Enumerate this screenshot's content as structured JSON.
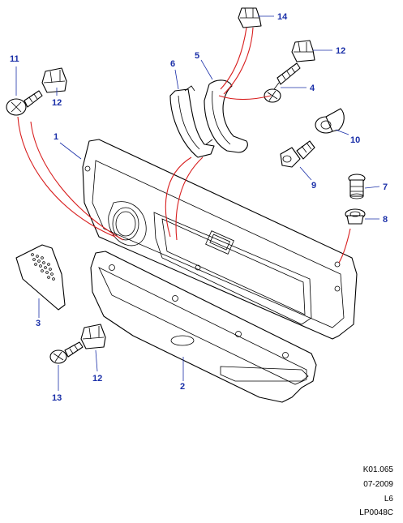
{
  "callouts": {
    "c1": "1",
    "c2": "2",
    "c3": "3",
    "c4": "4",
    "c5": "5",
    "c6": "6",
    "c7": "7",
    "c8": "8",
    "c9": "9",
    "c10": "10",
    "c11": "11",
    "c12a": "12",
    "c12b": "12",
    "c12c": "12",
    "c13": "13",
    "c14": "14"
  },
  "footer": {
    "code": "K01.065",
    "date": "07-2009",
    "variant": "L6",
    "ref": "LP0048C"
  },
  "colors": {
    "callout": "#1a2fa8",
    "leader_red": "#d81e1e"
  }
}
